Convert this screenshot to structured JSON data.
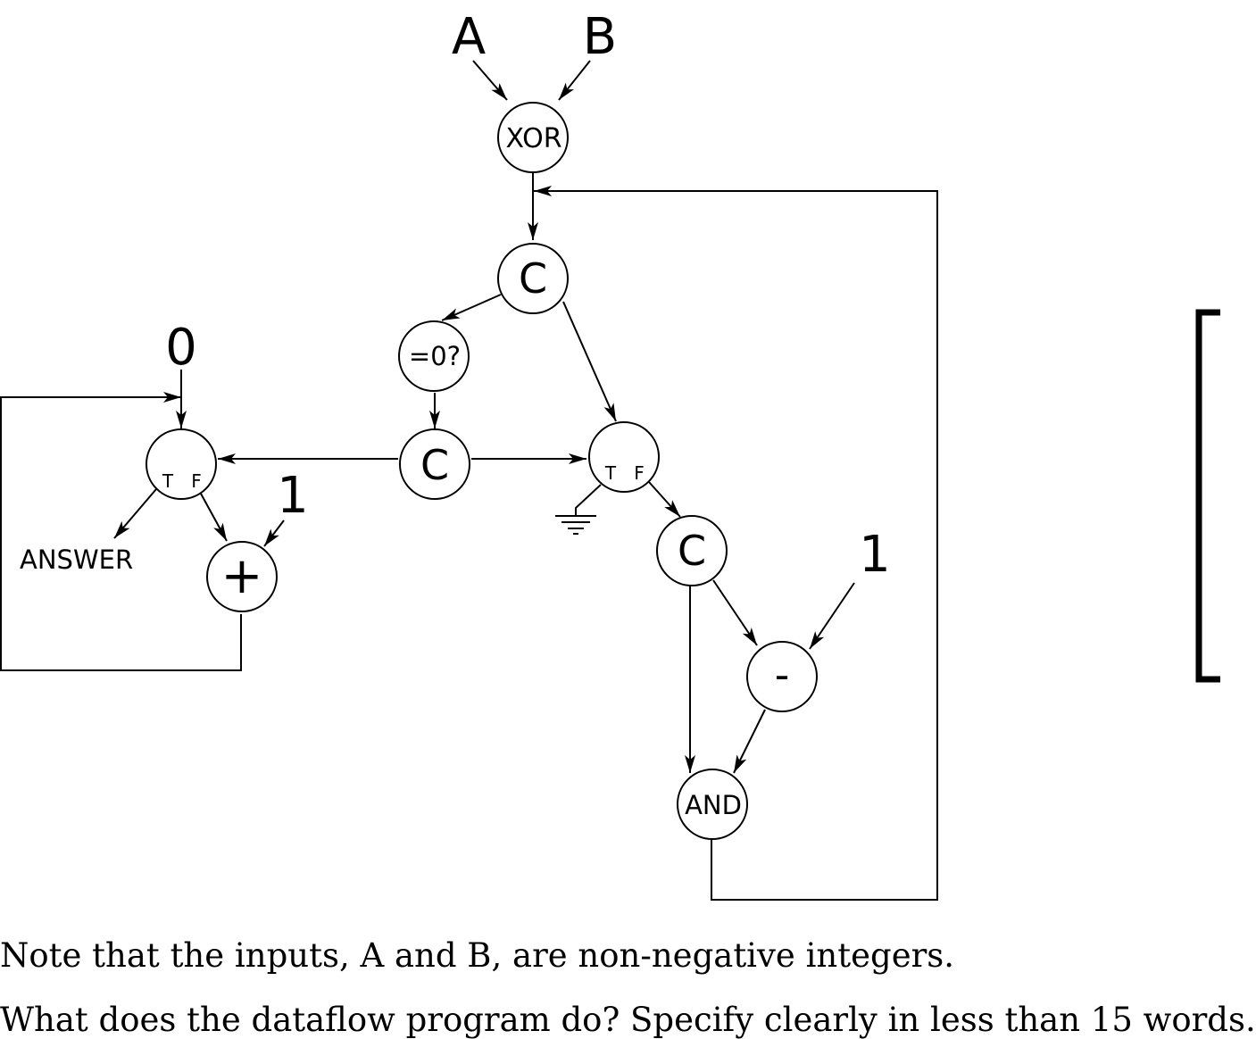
{
  "inputs": {
    "a": "A",
    "b": "B",
    "zero": "0",
    "one_left": "1",
    "one_right": "1"
  },
  "nodes": {
    "xor": "XOR",
    "copy_top": "C",
    "is_zero": "=0?",
    "copy_mid": "C",
    "copy_right": "C",
    "plus": "+",
    "minus": "-",
    "and": "AND",
    "switch_true": "T",
    "switch_false": "F"
  },
  "output_label": "ANSWER",
  "notes": {
    "line1": "Note that the inputs, A and B, are non-negative integers.",
    "line2": "What does the dataflow program do? Specify clearly in less than 15 words."
  }
}
